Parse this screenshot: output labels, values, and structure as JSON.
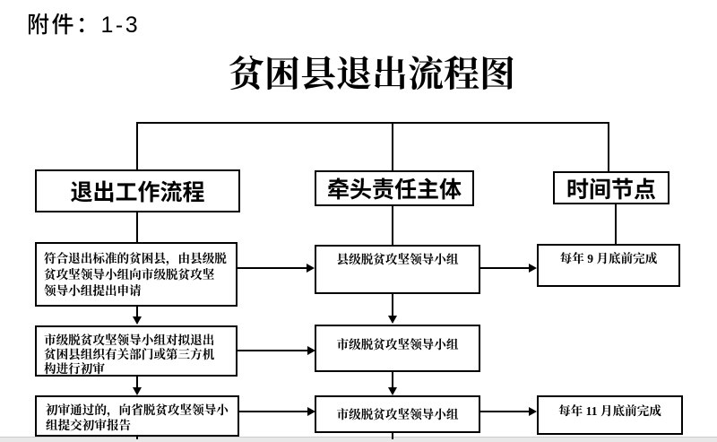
{
  "page": {
    "attachment_label": "附件：1-3",
    "title": "贫困县退出流程图"
  },
  "columns": {
    "process_header": "退出工作流程",
    "responsible_header": "牵头责任主体",
    "time_header": "时间节点"
  },
  "flow": {
    "steps": [
      {
        "process_lines": [
          "符合退出标准的贫困县，由县级脱",
          "贫攻坚领导小组向市级脱贫攻坚",
          "领导小组提出申请"
        ],
        "responsible": "县级脱贫攻坚领导小组",
        "time": "每年 9 月底前完成"
      },
      {
        "process_lines": [
          "市级脱贫攻坚领导小组对拟退出",
          "贫困县组织有关部门或第三方机",
          "构进行初审"
        ],
        "responsible": "市级脱贫攻坚领导小组",
        "time": ""
      },
      {
        "process_lines": [
          "初审通过的，向省脱贫攻坚领导小",
          "组提交初审报告"
        ],
        "responsible": "市级脱贫攻坚领导小组",
        "time": "每年 11 月底前完成"
      }
    ]
  },
  "colors": {
    "background": "#ffffff",
    "line": "#000000",
    "text": "#000000",
    "bottom_strip": "#e8e8e8"
  }
}
